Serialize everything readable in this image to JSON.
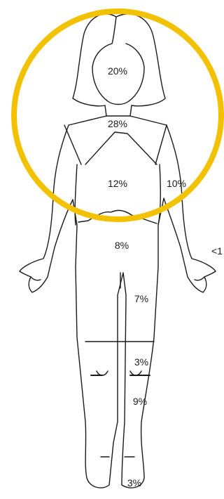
{
  "colors": {
    "background": "#ffffff",
    "outline": "#1a1a1a",
    "highlight": "#f2c200"
  },
  "labels": {
    "head": "20%",
    "neck_shoulders": "28%",
    "chest": "12%",
    "arm": "10%",
    "hand": "<1",
    "abdomen": "8%",
    "thigh": "7%",
    "knee": "3%",
    "lower_leg": "9%",
    "foot": "3%"
  }
}
